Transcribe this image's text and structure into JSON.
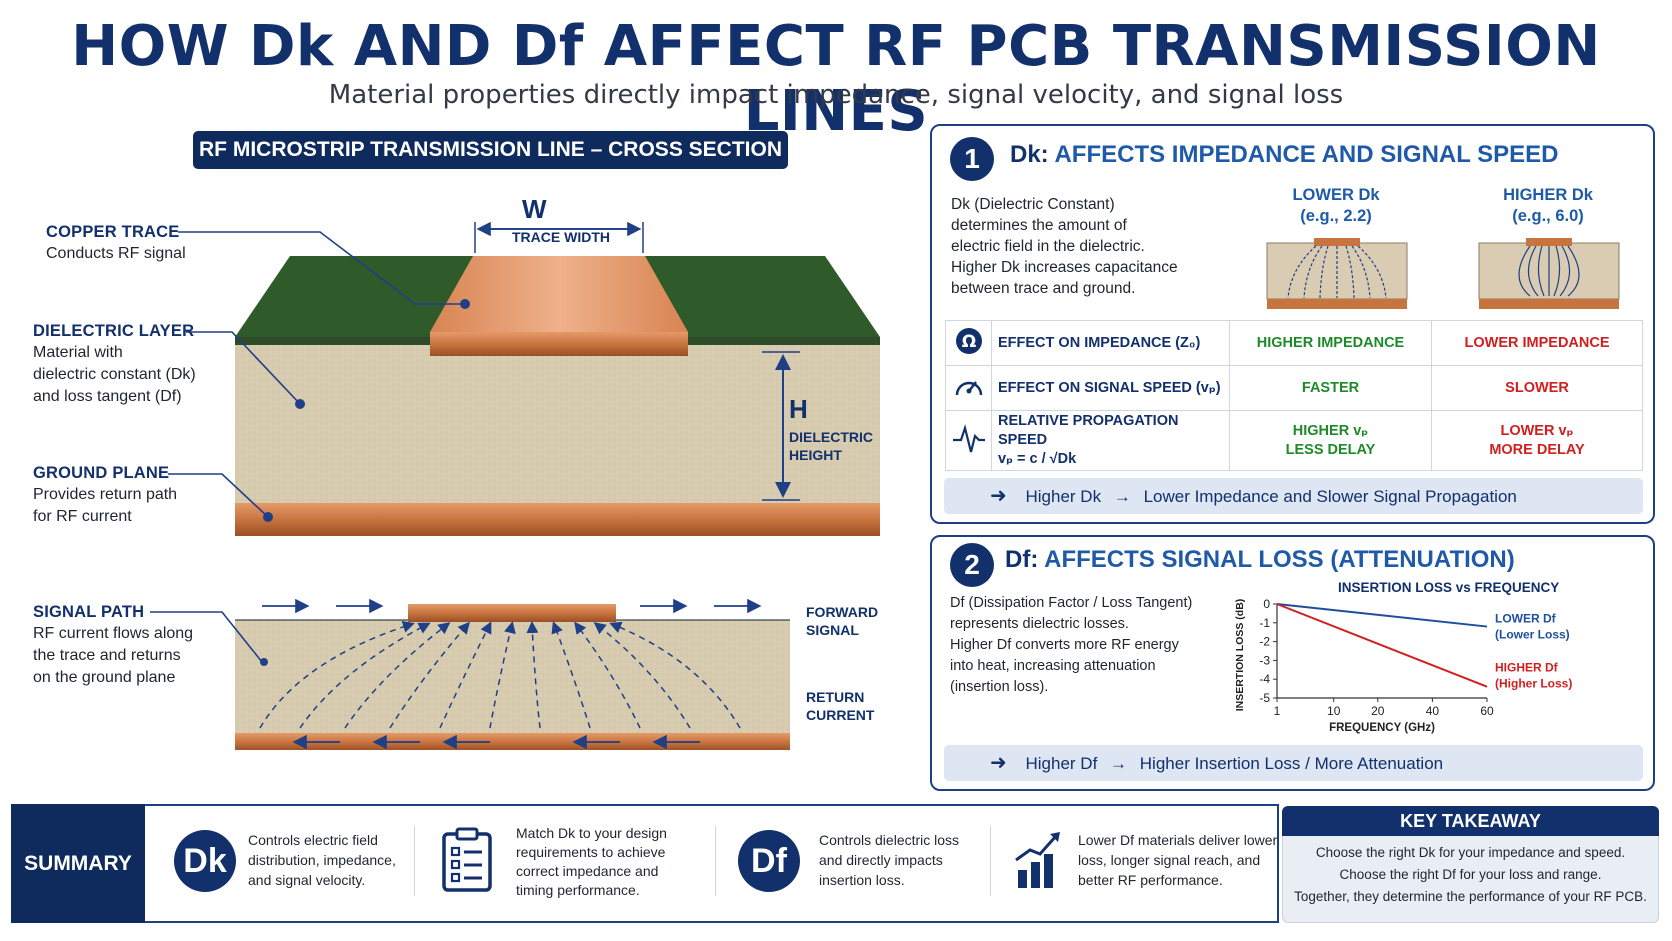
{
  "header": {
    "title": "HOW Dk AND Df AFFECT RF PCB TRANSMISSION LINES",
    "subtitle": "Material properties directly impact impedance, signal velocity, and signal loss"
  },
  "cross_section": {
    "banner": "RF MICROSTRIP TRANSMISSION LINE – CROSS SECTION",
    "w_label": "W",
    "trace_width": "TRACE WIDTH",
    "h_label": "H",
    "dielectric_height": [
      "DIELECTRIC",
      "HEIGHT"
    ],
    "copper_trace": {
      "title": "COPPER TRACE",
      "text": "Conducts RF signal"
    },
    "dielectric_layer": {
      "title": "DIELECTRIC LAYER",
      "lines": [
        "Material with",
        "dielectric constant (Dk)",
        "and loss tangent (Df)"
      ]
    },
    "ground_plane": {
      "title": "GROUND PLANE",
      "lines": [
        "Provides return path",
        "for RF current"
      ]
    },
    "signal_path": {
      "title": "SIGNAL PATH",
      "lines": [
        "RF current flows along",
        "the trace and returns",
        "on the ground plane"
      ]
    },
    "forward_signal": [
      "FORWARD",
      "SIGNAL"
    ],
    "return_current": [
      "RETURN",
      "CURRENT"
    ]
  },
  "panel_dk": {
    "number": "1",
    "key": "Dk:",
    "title": "AFFECTS IMPEDANCE AND SIGNAL SPEED",
    "description": [
      "Dk (Dielectric Constant)",
      "determines the amount of",
      "electric field in the dielectric.",
      "Higher Dk increases capacitance",
      "between trace and ground."
    ],
    "lower": [
      "LOWER Dk",
      "(e.g., 2.2)"
    ],
    "higher": [
      "HIGHER Dk",
      "(e.g., 6.0)"
    ],
    "rows": [
      {
        "icon": "omega-icon",
        "label": [
          "EFFECT ON IMPEDANCE (Z₀)"
        ],
        "low": [
          "HIGHER IMPEDANCE"
        ],
        "high": [
          "LOWER IMPEDANCE"
        ]
      },
      {
        "icon": "gauge-icon",
        "label": [
          "EFFECT ON SIGNAL SPEED (vₚ)"
        ],
        "low": [
          "FASTER"
        ],
        "high": [
          "SLOWER"
        ]
      },
      {
        "icon": "waveform-icon",
        "label": [
          "RELATIVE PROPAGATION SPEED",
          "vₚ = c / √Dk"
        ],
        "low": [
          "HIGHER vₚ",
          "LESS DELAY"
        ],
        "high": [
          "LOWER vₚ",
          "MORE DELAY"
        ]
      }
    ],
    "conclusion": {
      "a": "Higher Dk",
      "arrow": "→",
      "b": "Lower Impedance and Slower Signal Propagation"
    }
  },
  "panel_df": {
    "number": "2",
    "key": "Df:",
    "title": "AFFECTS SIGNAL LOSS (ATTENUATION)",
    "description": [
      "Df (Dissipation Factor / Loss Tangent)",
      "represents dielectric losses.",
      "Higher Df converts more RF energy",
      "into heat, increasing attenuation",
      "(insertion loss)."
    ],
    "conclusion": {
      "a": "Higher Df",
      "arrow": "→",
      "b": "Higher Insertion Loss / More Attenuation"
    }
  },
  "chart_data": {
    "type": "line",
    "title": "INSERTION LOSS vs FREQUENCY",
    "xlabel": "FREQUENCY (GHz)",
    "ylabel": "INSERTION LOSS (dB)",
    "x_ticks": [
      "1",
      "10",
      "20",
      "40",
      "60"
    ],
    "y_ticks": [
      "0",
      "-1",
      "-2",
      "-3",
      "-4",
      "-5"
    ],
    "ylim": [
      -5,
      0
    ],
    "grid": false,
    "series": [
      {
        "name": "LOWER Df",
        "label": [
          "LOWER Df",
          "(Lower Loss)"
        ],
        "color": "#1f4f9c",
        "x": [
          1,
          60
        ],
        "y": [
          0,
          -1.2
        ]
      },
      {
        "name": "HIGHER Df",
        "label": [
          "HIGHER Df",
          "(Higher Loss)"
        ],
        "color": "#d11f1f",
        "x": [
          1,
          60
        ],
        "y": [
          0,
          -4.4
        ]
      }
    ]
  },
  "summary": {
    "label": "SUMMARY",
    "dk_symbol": "Dk",
    "dk_text": [
      "Controls electric field",
      "distribution, impedance,",
      "and signal velocity."
    ],
    "match_text": [
      "Match Dk to your design",
      "requirements to achieve",
      "correct impedance and",
      "timing performance."
    ],
    "df_symbol": "Df",
    "df_text": [
      "Controls dielectric loss",
      "and directly impacts",
      "insertion loss."
    ],
    "lowdf_text": [
      "Lower Df materials deliver lower",
      "loss, longer signal reach, and",
      "better RF performance."
    ]
  },
  "key_takeaway": {
    "title": "KEY TAKEAWAY",
    "lines": [
      "Choose the right Dk for your impedance and speed.",
      "Choose the right Df for your loss and range.",
      "Together, they determine the performance of your RF PCB."
    ]
  },
  "colors": {
    "navy": "#12306b",
    "accent_blue": "#1f5aa8",
    "green": "#1e8a2a",
    "red": "#d11f1f",
    "copper": "#c8743f",
    "laminate": "#d8cbb0",
    "solder_mask": "#2f5a2a"
  }
}
